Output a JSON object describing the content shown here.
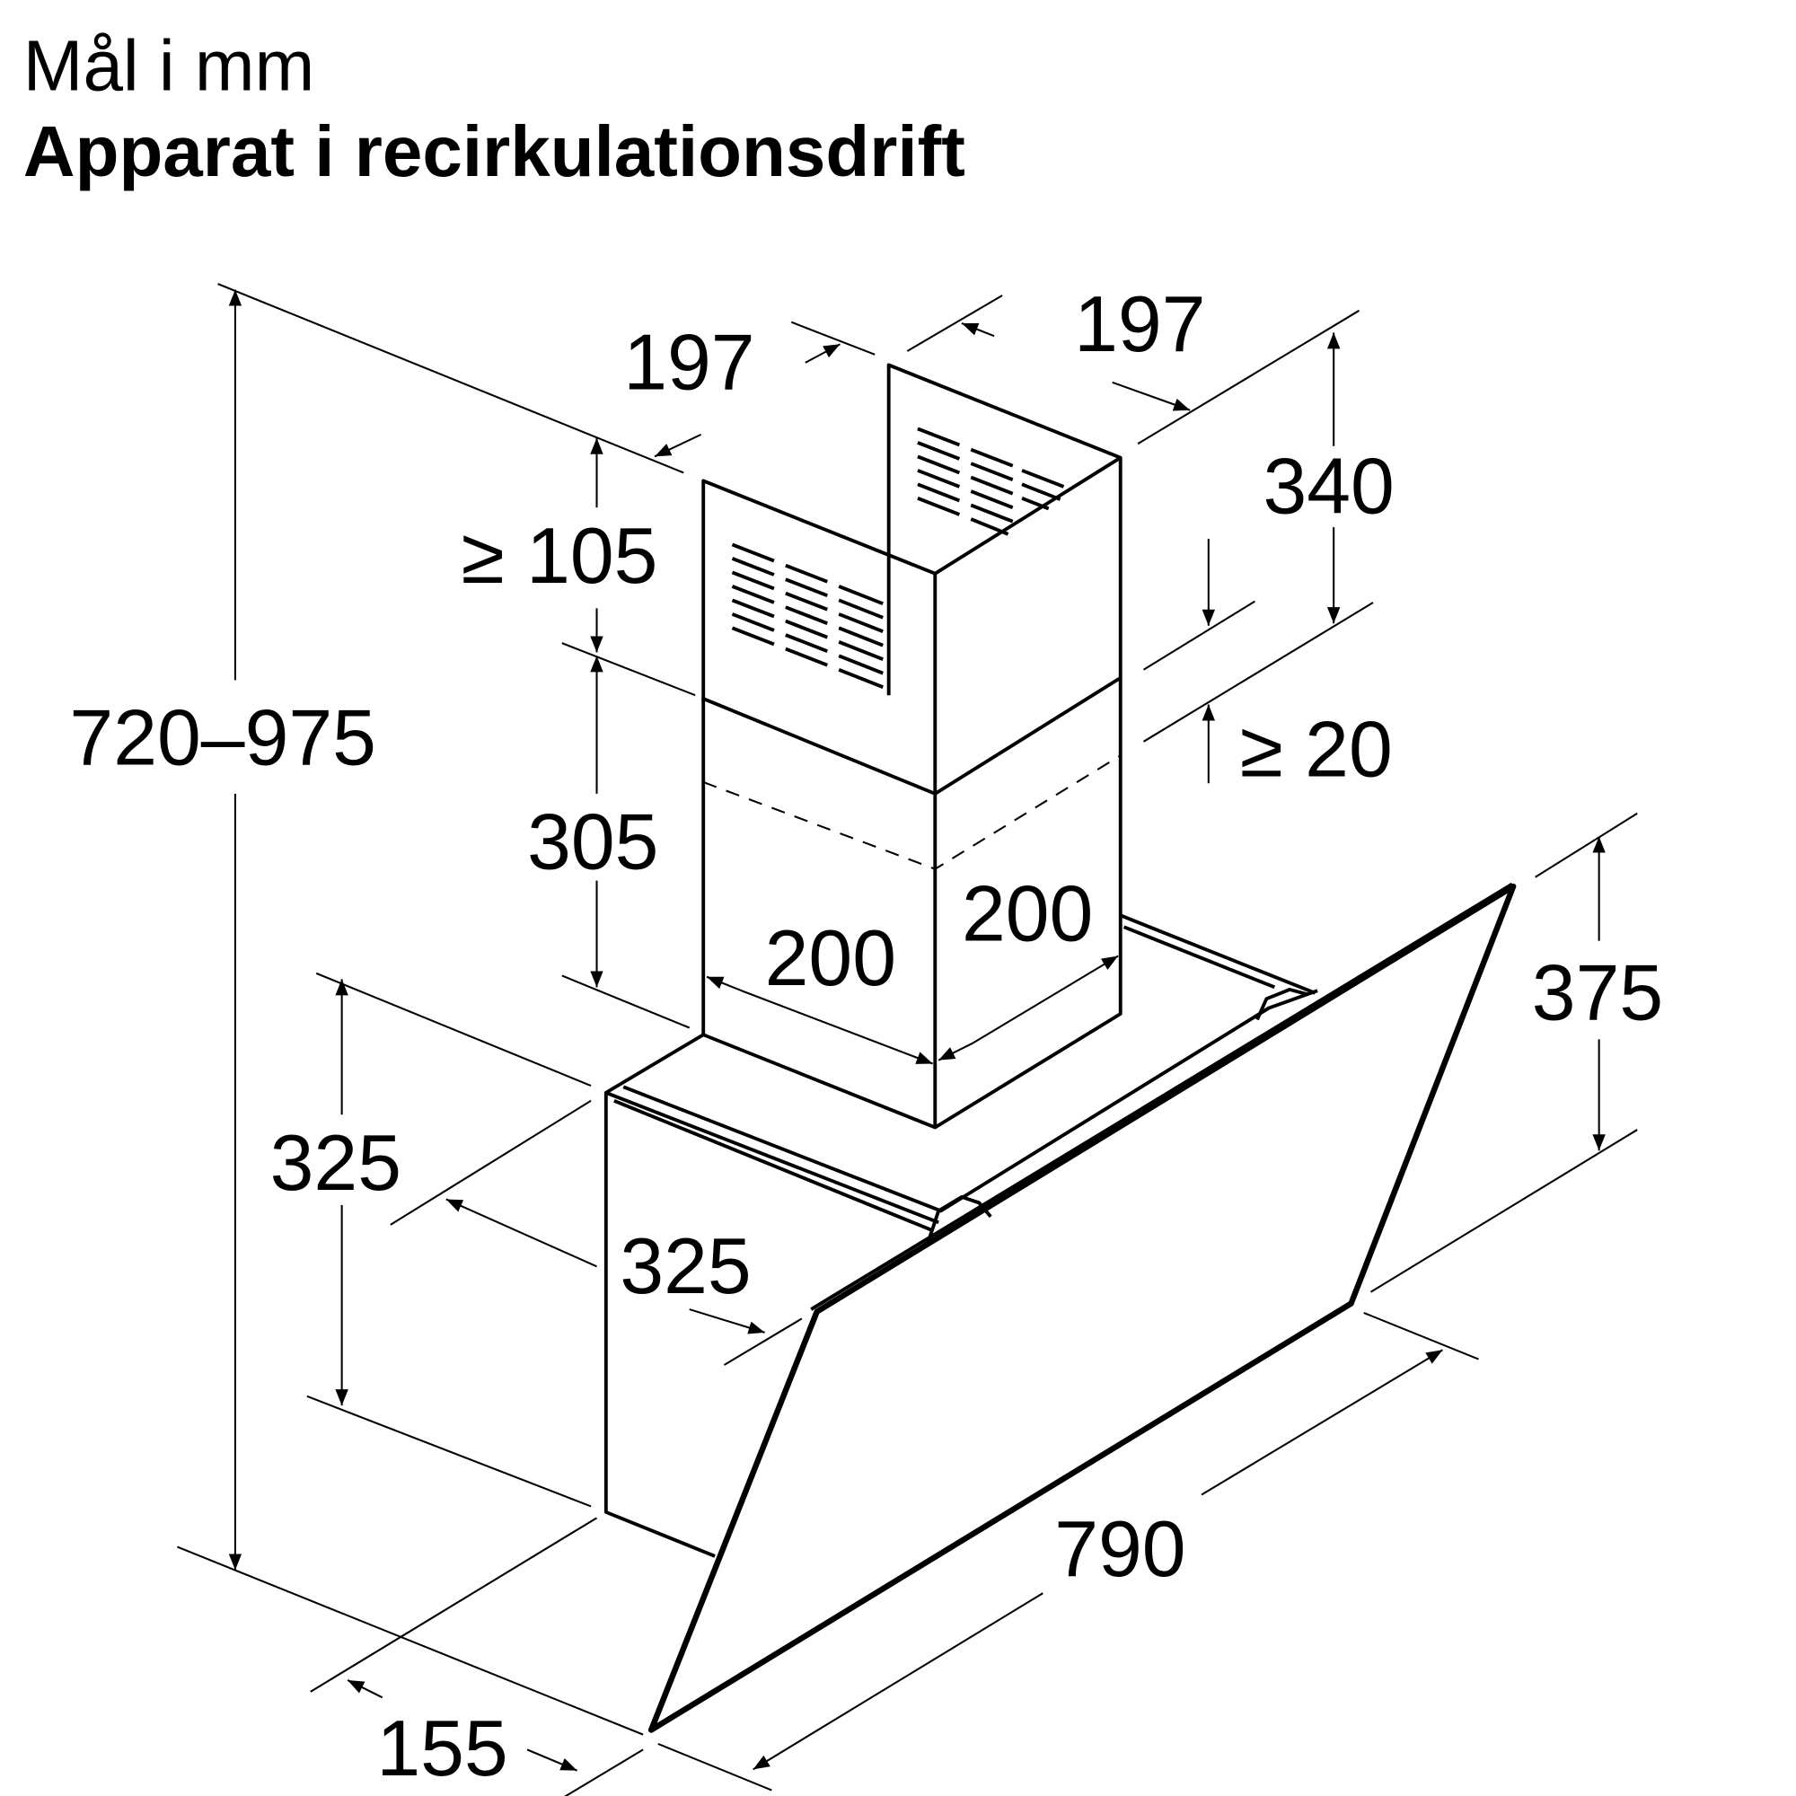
{
  "header": {
    "units": "Mål i mm",
    "title": "Apparat i recirkulationsdrift"
  },
  "dimensions": {
    "total_height": "720–975",
    "chimney_depth_left": "197",
    "chimney_width_right": "197",
    "min_top_clearance": "≥ 105",
    "upper_chimney_height": "340",
    "min_overlap": "≥ 20",
    "lower_chimney_height": "305",
    "lower_chimney_width_front": "200",
    "lower_chimney_width_side": "200",
    "body_height": "325",
    "body_depth": "325",
    "glass_height": "375",
    "total_width": "790",
    "bottom_depth": "155"
  }
}
